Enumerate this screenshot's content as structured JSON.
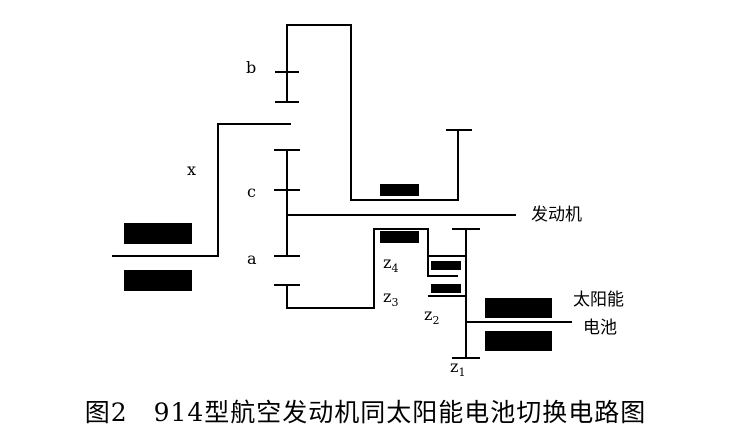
{
  "labels": {
    "b": "b",
    "x": "x",
    "c": "c",
    "a": "a",
    "z4": "z",
    "z4_sub": "4",
    "z3": "z",
    "z3_sub": "3",
    "z2": "z",
    "z2_sub": "2",
    "z1": "z",
    "z1_sub": "1",
    "engine": "发动机",
    "solar": "太阳能",
    "battery": "电池"
  },
  "caption": "图2　914型航空发动机同太阳能电池切换电路图"
}
